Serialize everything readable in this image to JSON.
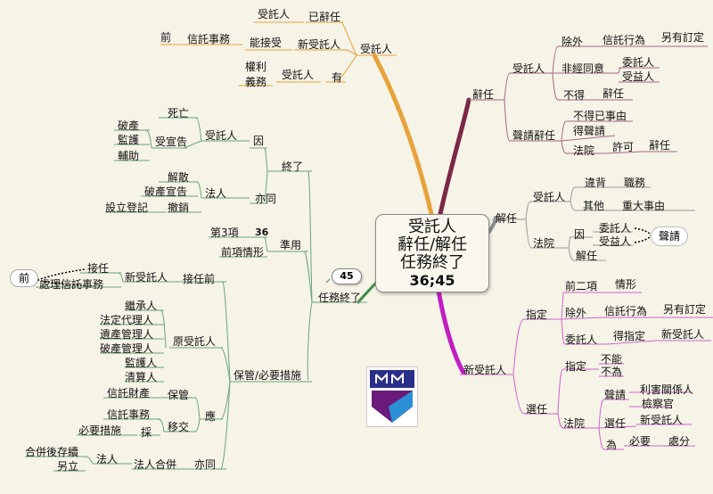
{
  "center": {
    "line1": "受託人",
    "line2": "辭任/解任",
    "line3": "任務終了",
    "line4": "36;45"
  },
  "right": {
    "resign": "辭任",
    "resign_trustee": "受託人",
    "except": "除外",
    "trust_act": "信託行為",
    "other_provision": "另有訂定",
    "without_consent": "非經同意",
    "settlor": "委託人",
    "beneficiary": "受益人",
    "must_not": "不得",
    "resign2": "辭任",
    "petition_resign": "聲請辭任",
    "unavoidable": "不得已事由",
    "may_petition": "得聲請",
    "court": "法院",
    "permit": "許可",
    "resign3": "辭任",
    "dismiss": "解任",
    "dismiss_trustee": "受託人",
    "violate": "違背",
    "duty": "職務",
    "other": "其他",
    "major_cause": "重大事由",
    "court2": "法院",
    "due_to": "因",
    "settlor2": "委託人",
    "beneficiary2": "受益人",
    "petition": "聲請",
    "dismiss2": "解任",
    "new_trustee": "新受託人",
    "designate": "指定",
    "prev_two": "前二項",
    "situation": "情形",
    "except2": "除外",
    "trust_act2": "信託行為",
    "other_provision2": "另有訂定",
    "settlor3": "委託人",
    "may_designate": "得指定",
    "new_trustee2": "新受託人",
    "elect": "選任",
    "designate2": "指定",
    "cannot": "不能",
    "not_do": "不為",
    "petition2": "聲請",
    "interested": "利害關係人",
    "prosecutor": "檢察官",
    "court3": "法院",
    "elect2": "選任",
    "new_trustee3": "新受託人",
    "for": "為",
    "necessary": "必要",
    "disposition": "處分"
  },
  "top": {
    "trustee_branch": "受託人",
    "trustee": "受託人",
    "already_resigned": "已辭任",
    "before": "前",
    "trust_affairs": "信託事務",
    "can_accept": "能接受",
    "new_trustee": "新受託人",
    "rights": "權利",
    "obligations": "義務",
    "trustee2": "受託人",
    "have": "有"
  },
  "left": {
    "termination": "終了",
    "death": "死亡",
    "bankruptcy": "破產",
    "guardianship": "監護",
    "assistance": "輔助",
    "declared": "受宣告",
    "trustee": "受託人",
    "cause": "因",
    "dissolution": "解散",
    "bankruptcy_declared": "破產宣告",
    "establishment_reg": "設立登記",
    "revoke": "撤銷",
    "legal_person": "法人",
    "likewise": "亦同",
    "paragraph3": "第3項",
    "num36": "36",
    "apply_mutatis": "準用",
    "prev_situation": "前項情形",
    "task_end": "任務終了",
    "num45": "45",
    "before_pill": "前",
    "take_over": "接任",
    "new_trustee": "新受託人",
    "handle_affairs": "處理信託事務",
    "before_takeover": "接任前",
    "heir": "繼承人",
    "legal_agent": "法定代理人",
    "estate_admin": "遺產管理人",
    "bankruptcy_admin": "破產管理人",
    "supervisor": "監護人",
    "liquidator": "清算人",
    "orig_trustee": "原受託人",
    "trust_property": "信託財產",
    "custody": "保管",
    "should": "應",
    "trust_affairs": "信託事務",
    "transfer": "移交",
    "necessary_measures": "必要措施",
    "take": "採",
    "custody_measures": "保管/必要措施",
    "survive_after_merger": "合併後存續",
    "newly_established": "另立",
    "legal_person2": "法人",
    "legal_person_merger": "法人合併",
    "likewise2": "亦同"
  },
  "colors": {
    "background": "#f6f3e7",
    "top_branch": "#e8a23a",
    "resign_branch": "#7b2748",
    "dismiss_branch": "#8a8a8a",
    "new_trustee_branch": "#c21ec2",
    "left_branch": "#3f8a4d"
  }
}
